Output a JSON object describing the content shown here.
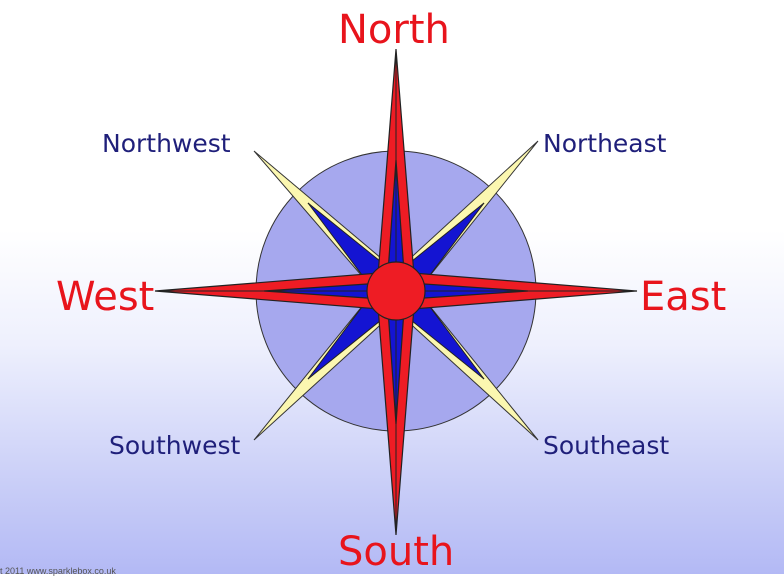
{
  "labels": {
    "north": "North",
    "south": "South",
    "east": "East",
    "west": "West",
    "northeast": "Northeast",
    "northwest": "Northwest",
    "southeast": "Southeast",
    "southwest": "Southwest"
  },
  "footer": {
    "copyright": "t 2011 www.sparklebox.co.uk"
  },
  "colors": {
    "cardinal_text": "#e8141c",
    "intercardinal_text": "#1f1f7a",
    "red_star": "#ee1c24",
    "blue_star": "#1414d2",
    "yellow_points": "#fbf7b0",
    "circle_fill": "#a6a8ee"
  }
}
